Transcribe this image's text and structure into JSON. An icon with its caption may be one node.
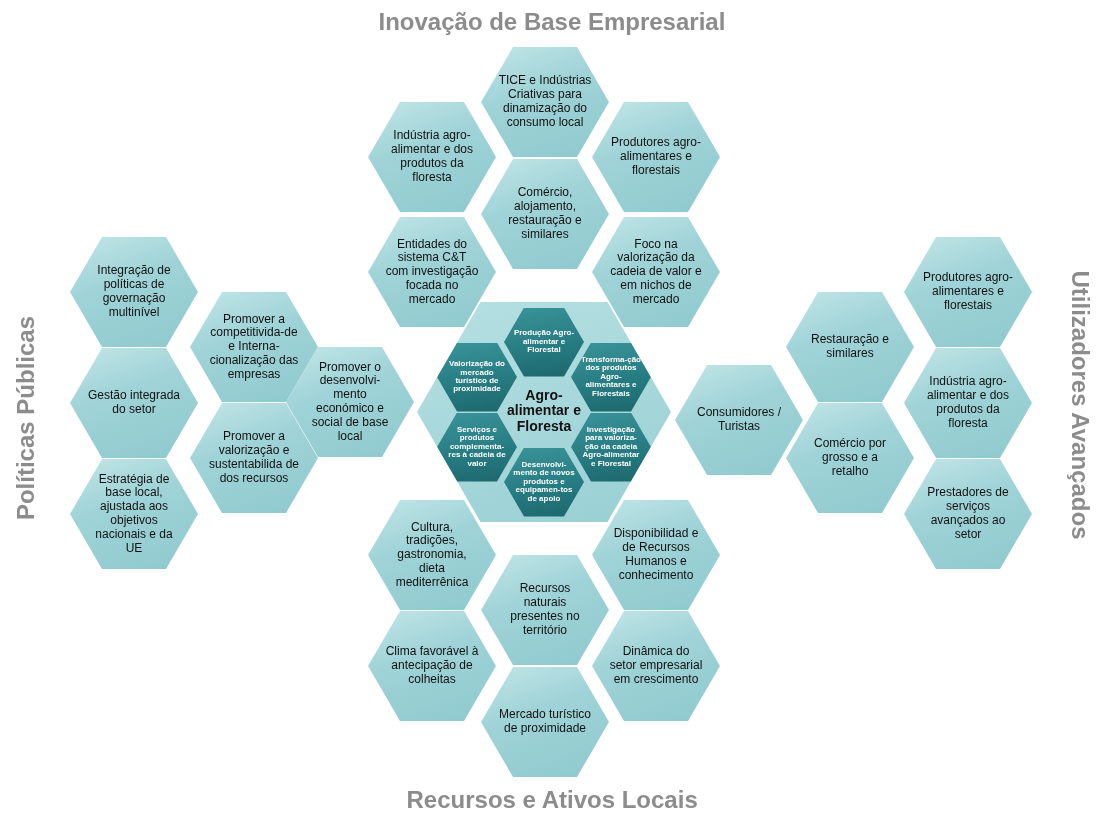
{
  "diagram": {
    "nodes": [
      {
        "text": [
          "TICE e Indústrias Criativas para dinamização do consumo local"
        ]
      },
      {
        "text": [
          "Indústria agro-alimentar e dos produtos da floresta"
        ]
      },
      {
        "text": [
          "Produtores agro-alimentares e florestais"
        ]
      },
      {
        "text": [
          "Comércio, alojamento, restauração e similares"
        ]
      },
      {
        "text": [
          "Entidades do sistema C&T com investigação focada no mercado"
        ]
      },
      {
        "text": [
          "Foco na valorização da cadeia de valor e em nichos de mercado"
        ]
      },
      {
        "text": [
          "Integração de políticas de governação multinível"
        ]
      },
      {
        "text": [
          "Promover a competitivida-de e Interna-cionalização das empresas"
        ]
      },
      {
        "text": [
          "Gestão integrada do setor"
        ]
      },
      {
        "text": [
          "Promover o desenvolvi-mento económico e social de base local"
        ]
      },
      {
        "text": [
          "Promover a valorização e sustentabilida de dos recursos"
        ]
      },
      {
        "text": [
          "Estratégia de base local, ajustada aos objetivos nacionais e da UE"
        ]
      },
      {
        "text": [
          "Agro-alimentar e Floresta"
        ]
      },
      {
        "text": [
          "Produção Agro-alimentar e Florestal"
        ],
        "in": 12
      },
      {
        "text": [
          "Valorização do mercado turístico de proximidade"
        ],
        "in": 12
      },
      {
        "text": [
          "Transforma-ção dos produtos Agro-alimentares e Florestais"
        ],
        "in": 12
      },
      {
        "text": [
          "Serviços e produtos complementa-res à cadeia de valor"
        ],
        "in": 12
      },
      {
        "text": [
          "Investigação para valoriza-ção da cadeia Agro-alimentar e Florestal"
        ],
        "in": 12
      },
      {
        "text": [
          "Desenvolvi-mento de novos produtos e equipamen-tos de apoio"
        ],
        "in": 12
      },
      {
        "text": [
          "Consumidores / Turistas"
        ]
      },
      {
        "text": [
          "Produtores agro-alimentares e florestais"
        ]
      },
      {
        "text": [
          "Restauração e similares"
        ]
      },
      {
        "text": [
          "Indústria agro-alimentar e dos produtos da floresta"
        ]
      },
      {
        "text": [
          "Comércio por grosso e a retalho"
        ]
      },
      {
        "text": [
          "Prestadores de serviços avançados ao setor"
        ]
      },
      {
        "text": [
          "Cultura, tradições, gastronomia, dieta mediterrênica"
        ]
      },
      {
        "text": [
          "Disponibilidad e de Recursos Humanos e conhecimento"
        ]
      },
      {
        "text": [
          "Recursos naturais presentes no território"
        ]
      },
      {
        "text": [
          "Clima favorável à antecipação de colheitas"
        ]
      },
      {
        "text": [
          "Dinâmica do setor empresarial em crescimento"
        ]
      },
      {
        "text": [
          "Mercado turístico de proximidade"
        ]
      }
    ],
    "labels": [
      "Inovação de Base Empresarial",
      "Políticas Públicas",
      "Utilizadores Avançados",
      "Recursos e Ativos Locais"
    ]
  }
}
